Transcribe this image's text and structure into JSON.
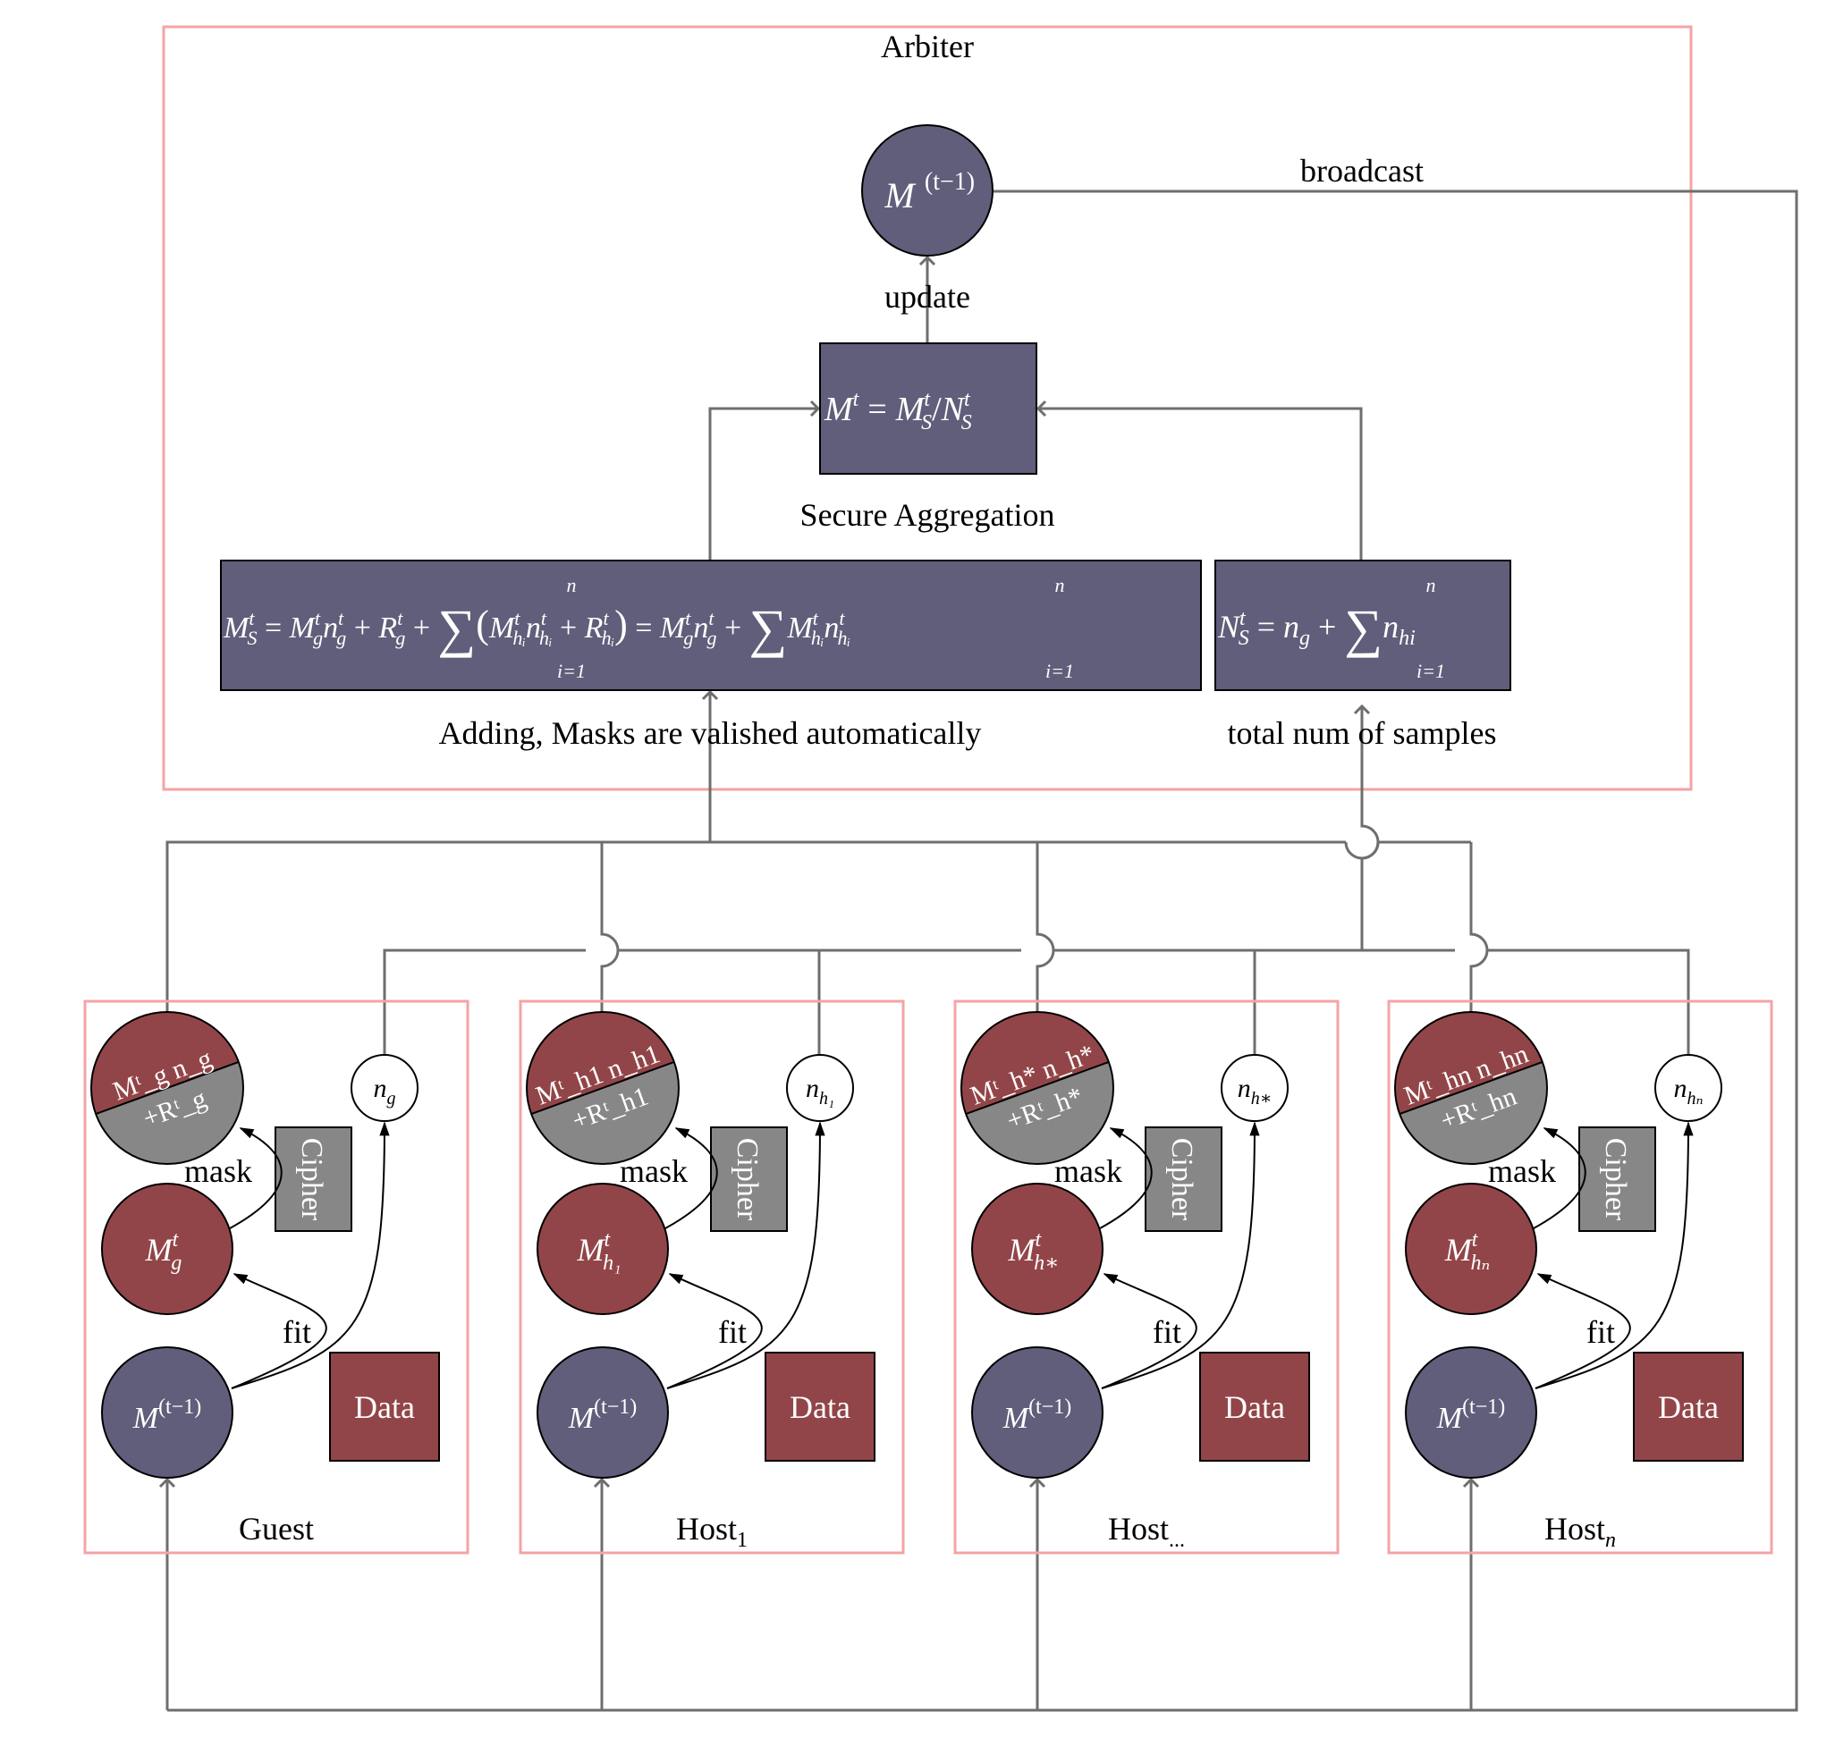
{
  "colors": {
    "frame": "#f5a3a6",
    "slate": "#605e7a",
    "maroon": "#924548",
    "gray": "#878787",
    "line": "#6e6e6e",
    "white": "#ffffff"
  },
  "arbiter": {
    "title": "Arbiter",
    "model_node": {
      "base": "M",
      "sup": "(t−1)"
    },
    "broadcast_label": "broadcast",
    "update_label": "update",
    "division_box": {
      "text": "Mᵗ = Mᵗ_S / Nᵗ_S",
      "lhs": "M",
      "lhs_sup": "t",
      "eq": "=",
      "num": "M",
      "num_sup": "t",
      "num_sub": "S",
      "slash": "/",
      "den": "N",
      "den_sup": "t",
      "den_sub": "S"
    },
    "secure_aggregation_label": "Secure Aggregation",
    "sum_box": {
      "text": "Mᵗ_S = Mᵗ_g nᵗ_g + Rᵗ_g + Σ_{i=1}^{n} (Mᵗ_{h_i} nᵗ_{h_i} + Rᵗ_{h_i}) = Mᵗ_g nᵗ_g + Σ_{i=1}^{n} Mᵗ_{h_i} nᵗ_{h_i}",
      "sum_upper": "n",
      "sum_lower": "i=1",
      "caption": "Adding, Masks are valished automatically"
    },
    "count_box": {
      "text": "Nᵗ_S = n_g + Σ_{i=1}^{n} n_hi",
      "sum_upper": "n",
      "sum_lower": "i=1",
      "caption": "total num of samples"
    }
  },
  "parties": [
    {
      "label": "Guest",
      "label_sub": "",
      "split_top": "Mᵗ_g n_g",
      "split_bottom": "+Rᵗ_g",
      "count_node": "n_g",
      "local_model": "Mᵗ_g",
      "global_model": "M^(t−1)",
      "cipher": "Cipher",
      "data": "Data",
      "mask_label": "mask",
      "fit_label": "fit",
      "m": {
        "sub": "g"
      },
      "n": {
        "sub": "g"
      }
    },
    {
      "label": "Host",
      "label_sub": "1",
      "split_top": "Mᵗ_h1 n_h1",
      "split_bottom": "+Rᵗ_h1",
      "count_node": "n_h1",
      "local_model": "Mᵗ_h1",
      "global_model": "M^(t−1)",
      "cipher": "Cipher",
      "data": "Data",
      "mask_label": "mask",
      "fit_label": "fit",
      "m": {
        "sub": "h₁"
      },
      "n": {
        "sub": "h₁"
      }
    },
    {
      "label": "Host",
      "label_sub": "...",
      "split_top": "Mᵗ_h* n_h*",
      "split_bottom": "+Rᵗ_h*",
      "count_node": "n_h*",
      "local_model": "Mᵗ_h*",
      "global_model": "M^(t−1)",
      "cipher": "Cipher",
      "data": "Data",
      "mask_label": "mask",
      "fit_label": "fit",
      "m": {
        "sub": "h∗"
      },
      "n": {
        "sub": "h∗"
      }
    },
    {
      "label": "Host",
      "label_sub": "n",
      "split_top": "Mᵗ_hn n_hn",
      "split_bottom": "+Rᵗ_hn",
      "count_node": "n_hn",
      "local_model": "Mᵗ_hn",
      "global_model": "M^(t−1)",
      "cipher": "Cipher",
      "data": "Data",
      "mask_label": "mask",
      "fit_label": "fit",
      "m": {
        "sub": "hₙ"
      },
      "n": {
        "sub": "hₙ"
      }
    }
  ]
}
